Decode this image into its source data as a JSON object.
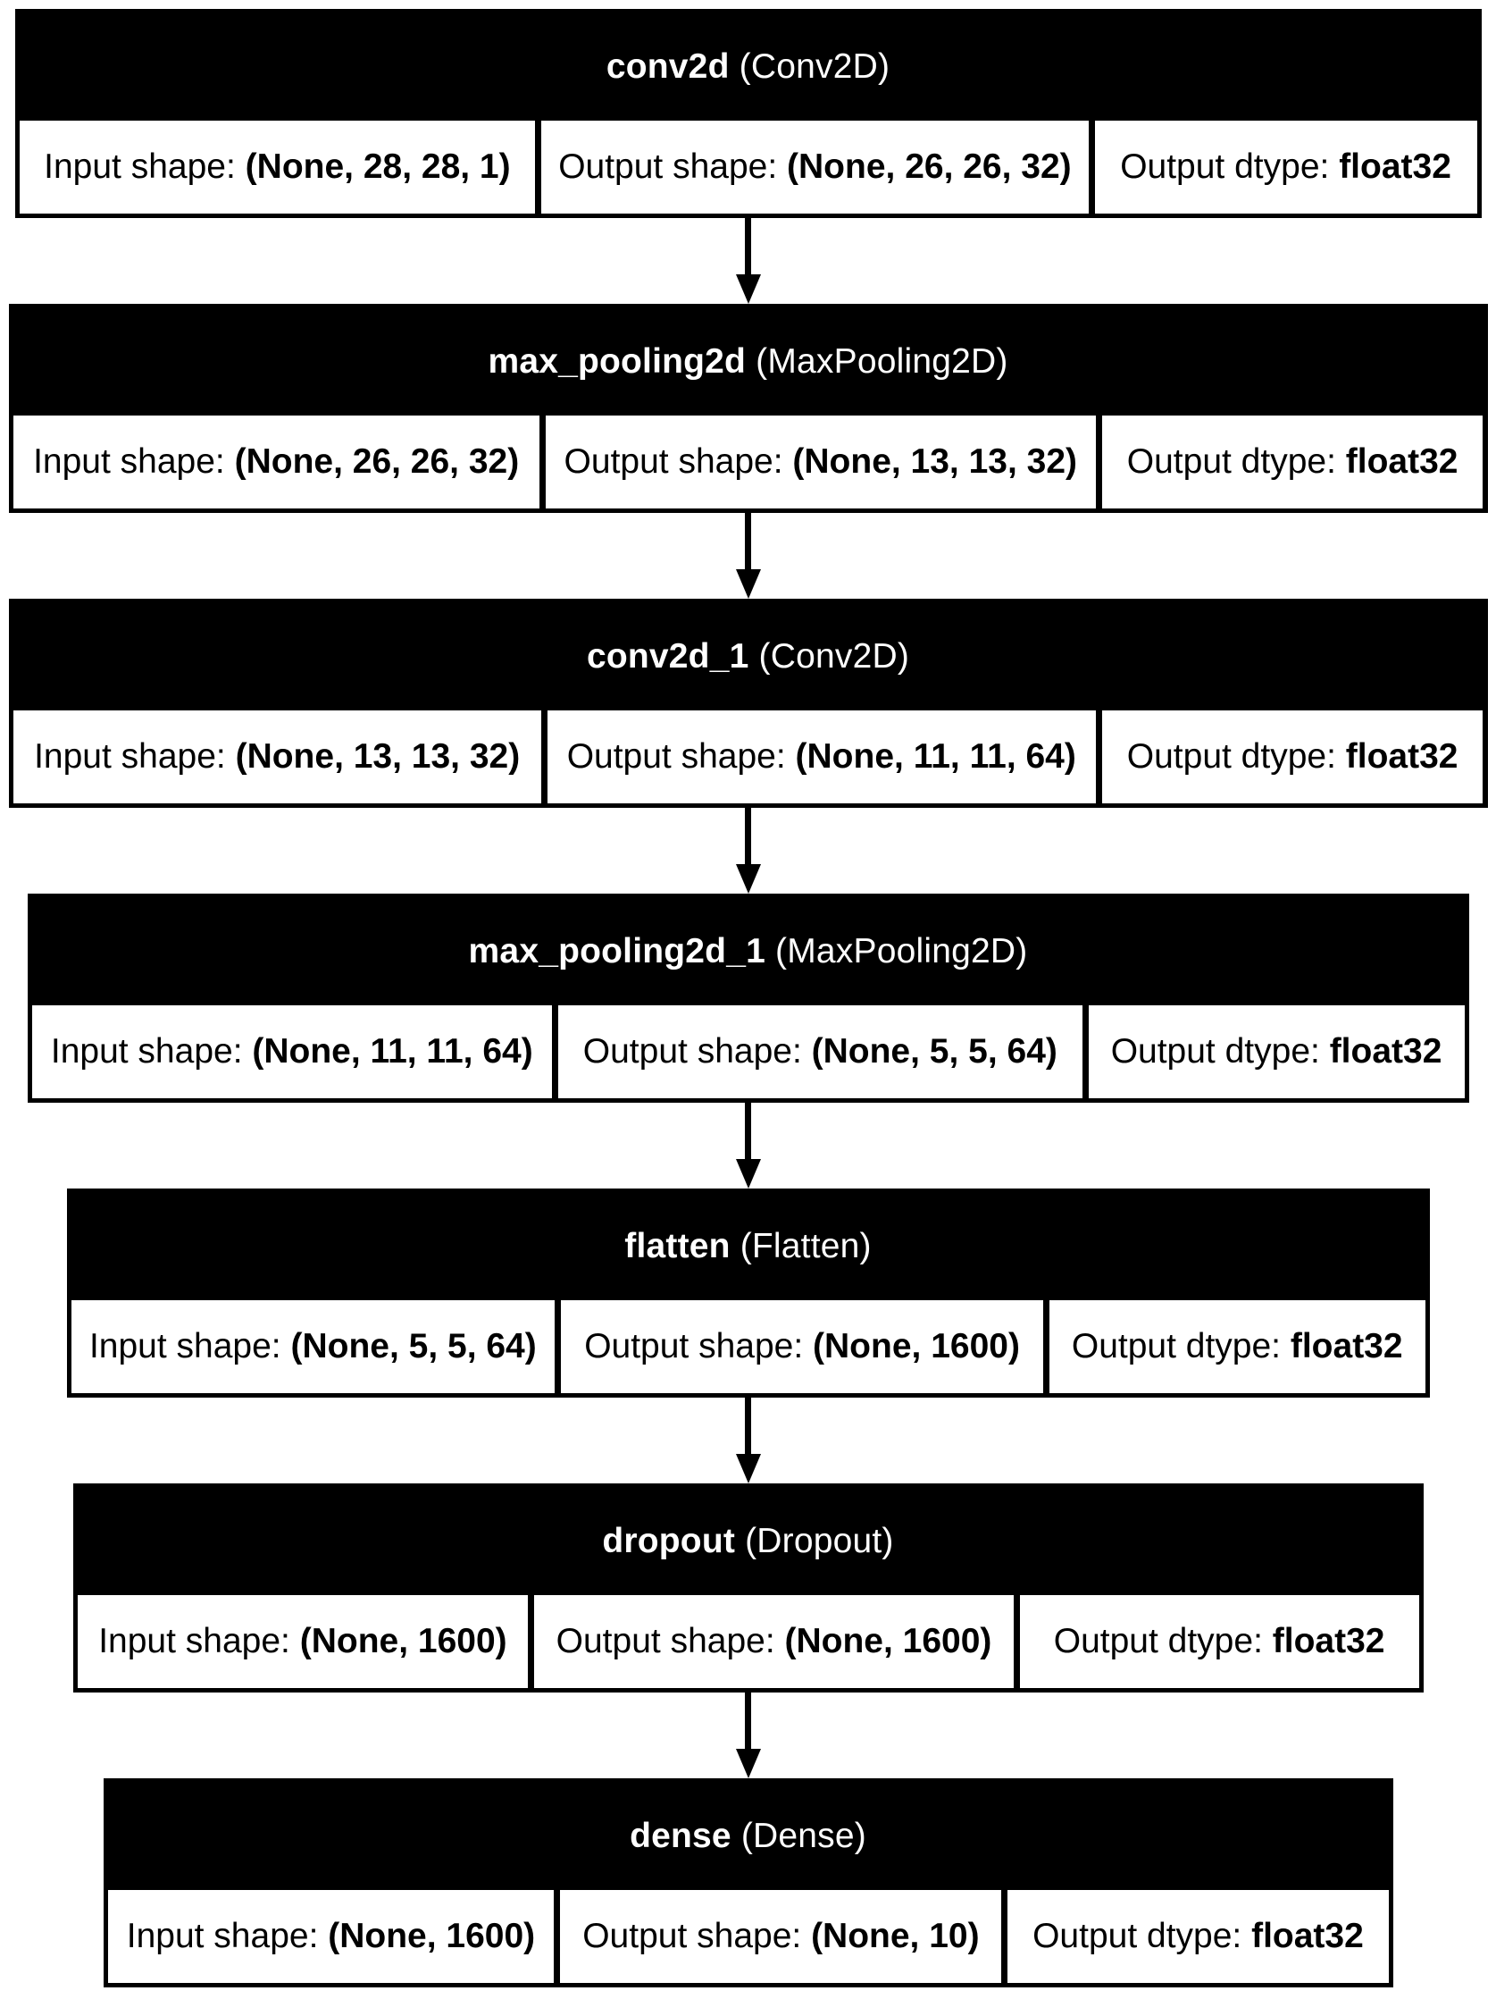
{
  "diagram_title": "keras-model-architecture",
  "colors": {
    "node_fill": "#000000",
    "node_header_text": "#ffffff",
    "cell_fill": "#ffffff",
    "cell_text": "#000000",
    "edge": "#000000"
  },
  "labels": {
    "input_shape": "Input shape: ",
    "output_shape": "Output shape: ",
    "output_dtype": "Output dtype: "
  },
  "layers": [
    {
      "name": "conv2d",
      "type": "(Conv2D)",
      "input_shape": "(None, 28, 28, 1)",
      "output_shape": "(None, 26, 26, 32)",
      "output_dtype": "float32"
    },
    {
      "name": "max_pooling2d",
      "type": "(MaxPooling2D)",
      "input_shape": "(None, 26, 26, 32)",
      "output_shape": "(None, 13, 13, 32)",
      "output_dtype": "float32"
    },
    {
      "name": "conv2d_1",
      "type": "(Conv2D)",
      "input_shape": "(None, 13, 13, 32)",
      "output_shape": "(None, 11, 11, 64)",
      "output_dtype": "float32"
    },
    {
      "name": "max_pooling2d_1",
      "type": "(MaxPooling2D)",
      "input_shape": "(None, 11, 11, 64)",
      "output_shape": "(None, 5, 5, 64)",
      "output_dtype": "float32"
    },
    {
      "name": "flatten",
      "type": "(Flatten)",
      "input_shape": "(None, 5, 5, 64)",
      "output_shape": "(None, 1600)",
      "output_dtype": "float32"
    },
    {
      "name": "dropout",
      "type": "(Dropout)",
      "input_shape": "(None, 1600)",
      "output_shape": "(None, 1600)",
      "output_dtype": "float32"
    },
    {
      "name": "dense",
      "type": "(Dense)",
      "input_shape": "(None, 1600)",
      "output_shape": "(None, 10)",
      "output_dtype": "float32"
    }
  ]
}
